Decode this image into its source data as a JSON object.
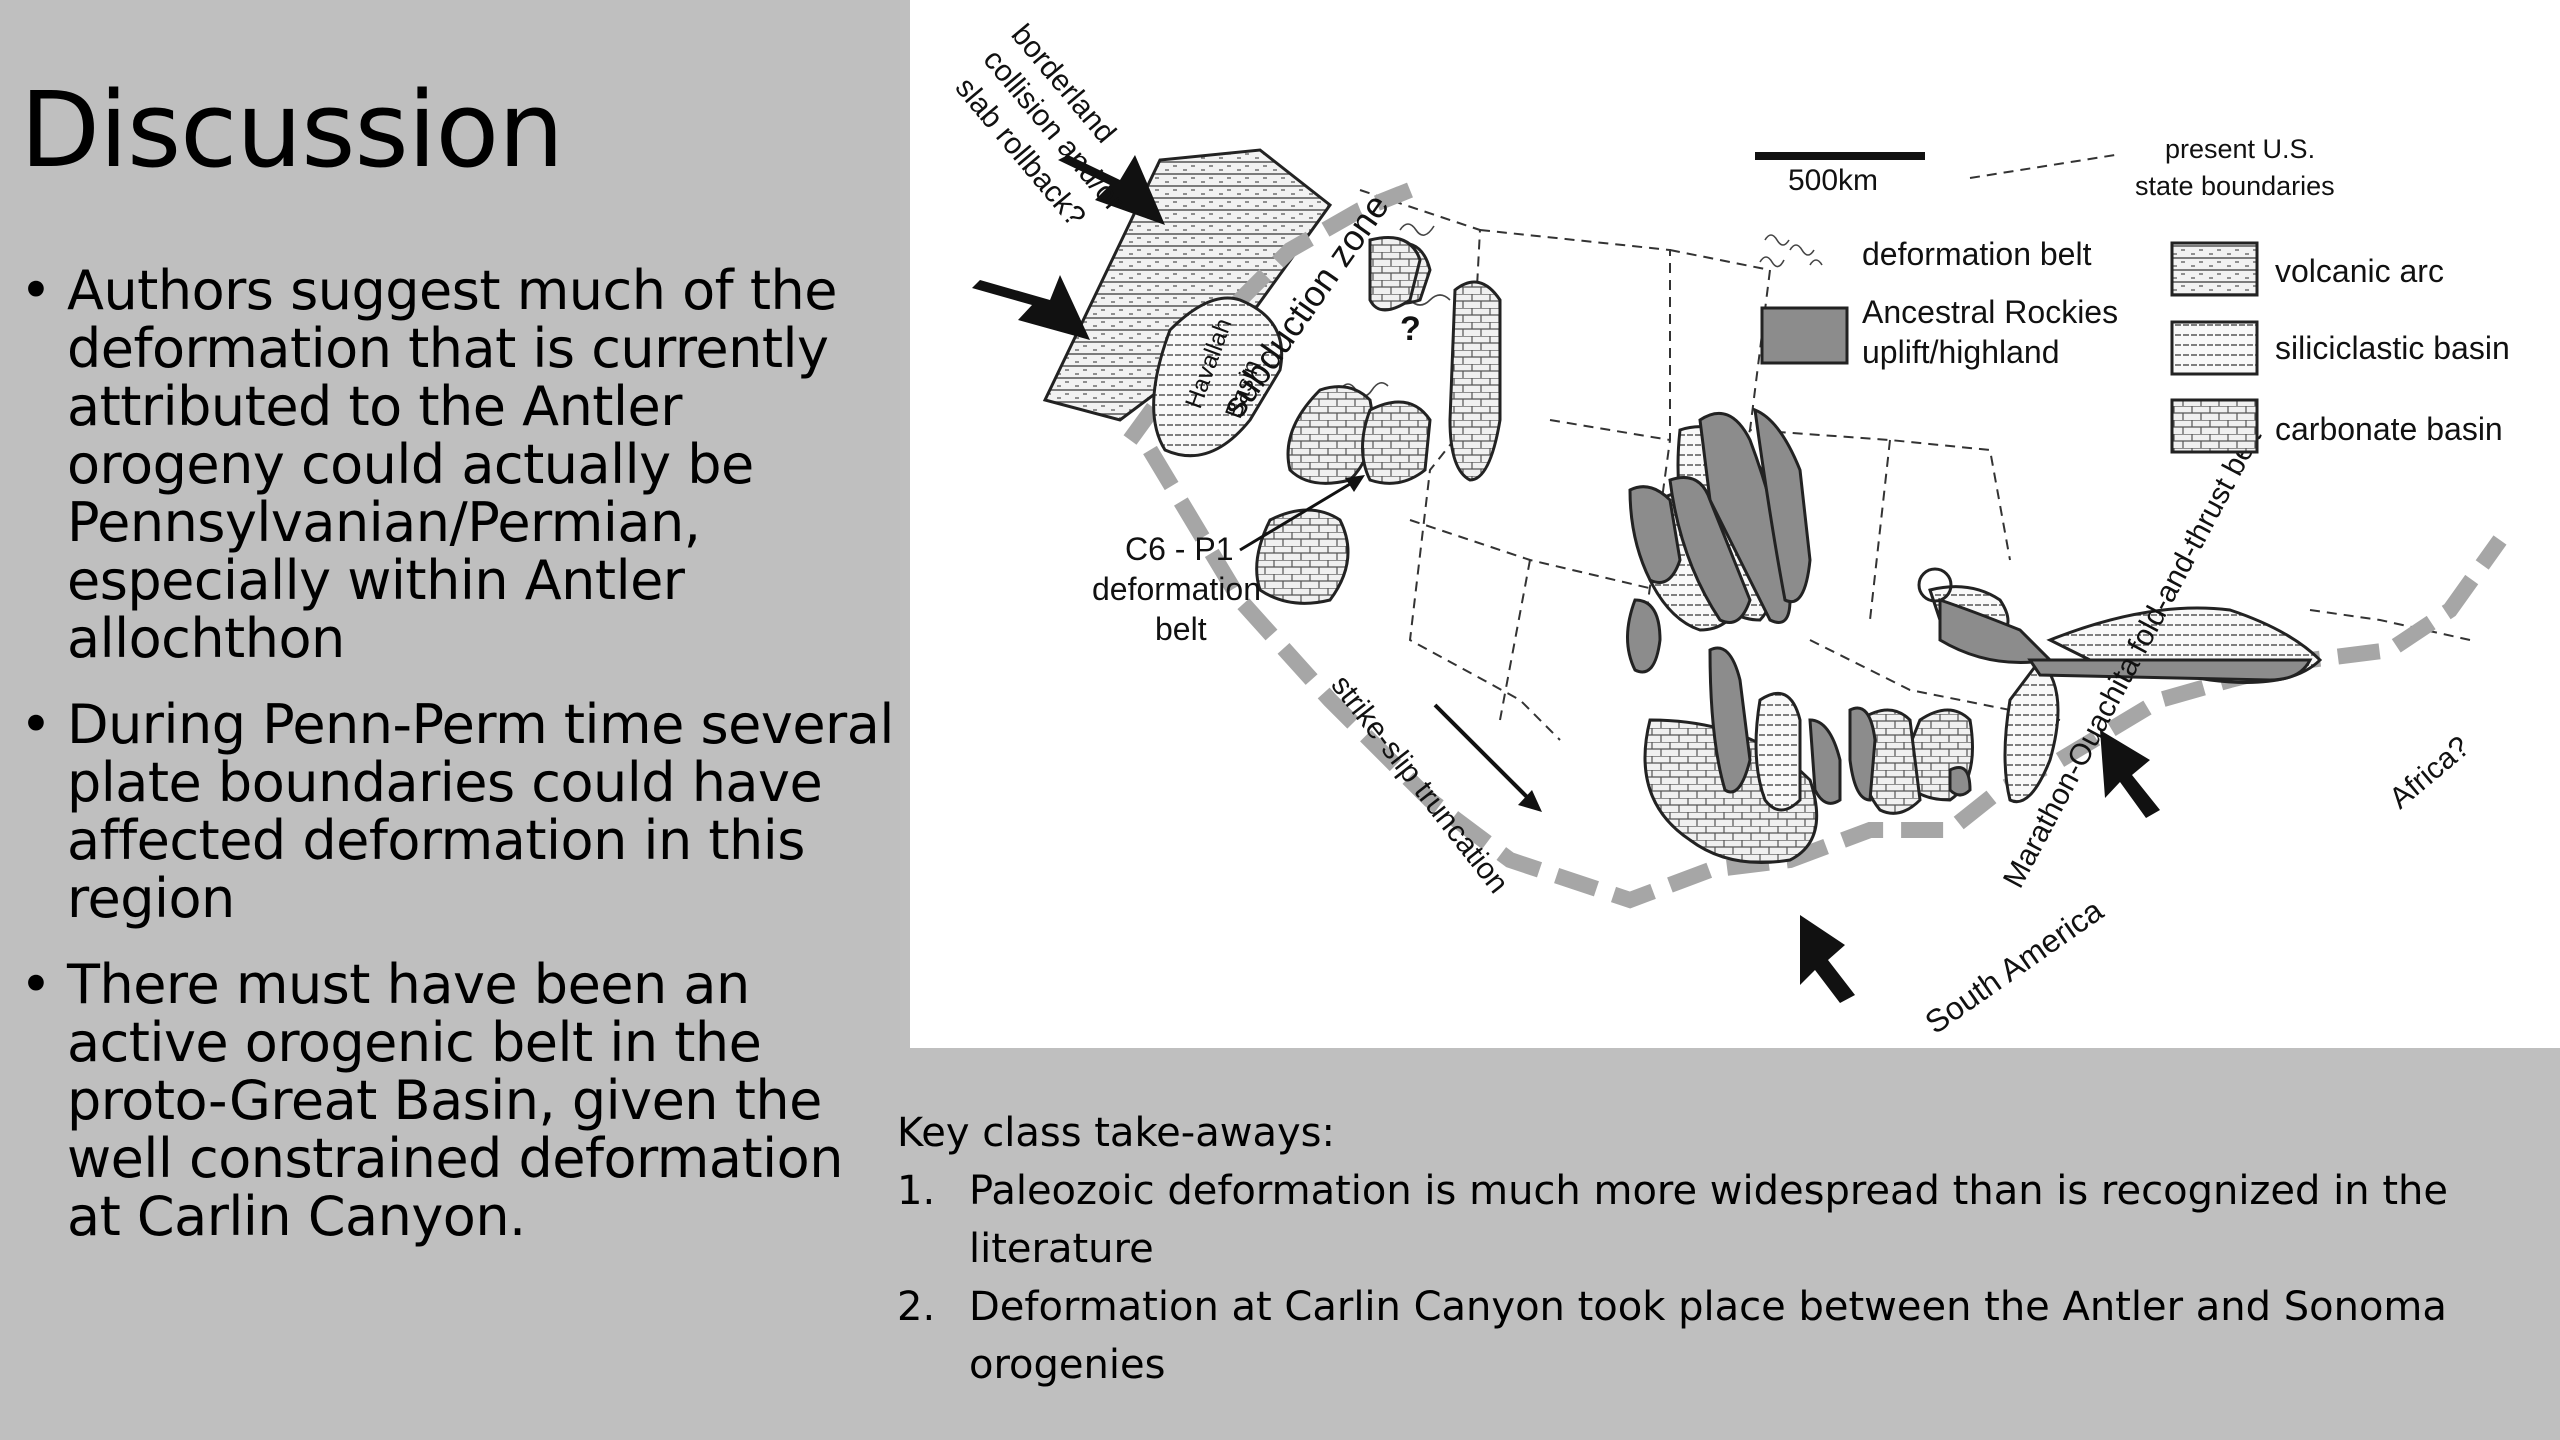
{
  "slide": {
    "title": "Discussion",
    "bullets": [
      "Authors suggest much of the deformation that is currently attributed to the Antler orogeny could actually be Pennsylvanian/Permian, especially within Antler allochthon",
      "During Penn-Perm time several plate boundaries could have affected deformation in this region",
      "There must have been an active orogenic belt in the proto-Great Basin, given the well constrained deformation at Carlin Canyon."
    ],
    "bullet_glyph": "•"
  },
  "takeaways": {
    "heading": "Key class take-aways:",
    "items": [
      {
        "num": "1.",
        "text": "Paleozoic deformation is much more widespread than is recognized in the literature"
      },
      {
        "num": "2.",
        "text": "Deformation at Carlin Canyon took place between the Antler and Sonoma orogenies"
      }
    ]
  },
  "map": {
    "labels": {
      "borderland_1": "borderland",
      "borderland_2": "collision and/or",
      "borderland_3": "slab rollback?",
      "subduction": "subduction zone",
      "havallah": "Havallah",
      "basin": "Basin",
      "question": "?",
      "c6p1_1": "C6 - P1",
      "c6p1_2": "deformation",
      "c6p1_3": "belt",
      "strike_slip": "strike-slip truncation",
      "south_america": "South America",
      "marathon": "Marathon-Ouachita fold-and-thrust belt",
      "africa": "Africa?"
    },
    "legend": {
      "scale": "500km",
      "state_boundaries_1": "present U.S.",
      "state_boundaries_2": "state boundaries",
      "deformation_belt": "deformation belt",
      "ancestral_1": "Ancestral Rockies",
      "ancestral_2": "uplift/highland",
      "volcanic_arc": "volcanic arc",
      "siliciclastic": "siliciclastic basin",
      "carbonate": "carbonate basin"
    },
    "colors": {
      "uplift": "#8c8c8c",
      "dashed_belt": "#a6a6a6",
      "outline": "#222222"
    }
  }
}
